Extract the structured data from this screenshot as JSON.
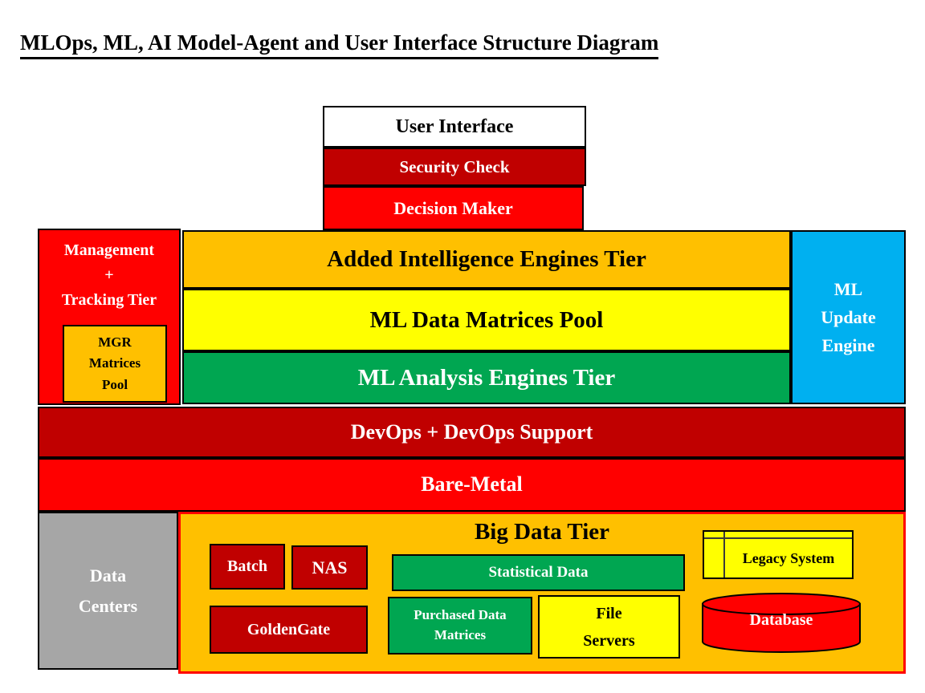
{
  "title": "MLOps, ML, AI Model-Agent and User Interface Structure Diagram",
  "top_stack": {
    "user_interface": "User Interface",
    "security_check": "Security Check",
    "decision_maker": "Decision Maker"
  },
  "management_tier": {
    "line1": "Management",
    "line2": "+",
    "line3": "Tracking Tier",
    "mgr_pool": {
      "line1": "MGR",
      "line2": "Matrices",
      "line3": "Pool"
    }
  },
  "engine_tiers": {
    "added_intelligence": "Added Intelligence Engines Tier",
    "ml_data_matrices": "ML Data Matrices Pool",
    "ml_analysis": "ML Analysis Engines Tier"
  },
  "ml_update_engine": {
    "line1": "ML",
    "line2": "Update",
    "line3": "Engine"
  },
  "infra": {
    "devops": "DevOps + DevOps Support",
    "bare_metal": "Bare-Metal"
  },
  "big_data": {
    "title": "Big Data Tier",
    "data_centers": {
      "line1": "Data",
      "line2": "Centers"
    },
    "batch": "Batch",
    "nas": "NAS",
    "goldengate": "GoldenGate",
    "statistical_data": "Statistical Data",
    "purchased": {
      "line1": "Purchased Data",
      "line2": "Matrices"
    },
    "file_servers": {
      "line1": "File",
      "line2": "Servers"
    },
    "legacy_system": "Legacy System",
    "database": "Database"
  },
  "colors": {
    "dark_red": "#C00000",
    "red": "#FF0000",
    "orange": "#FFC000",
    "yellow": "#FFFF00",
    "green": "#00A651",
    "blue": "#00B0F0",
    "gray": "#A6A6A6",
    "white": "#FFFFFF",
    "black": "#000000"
  }
}
